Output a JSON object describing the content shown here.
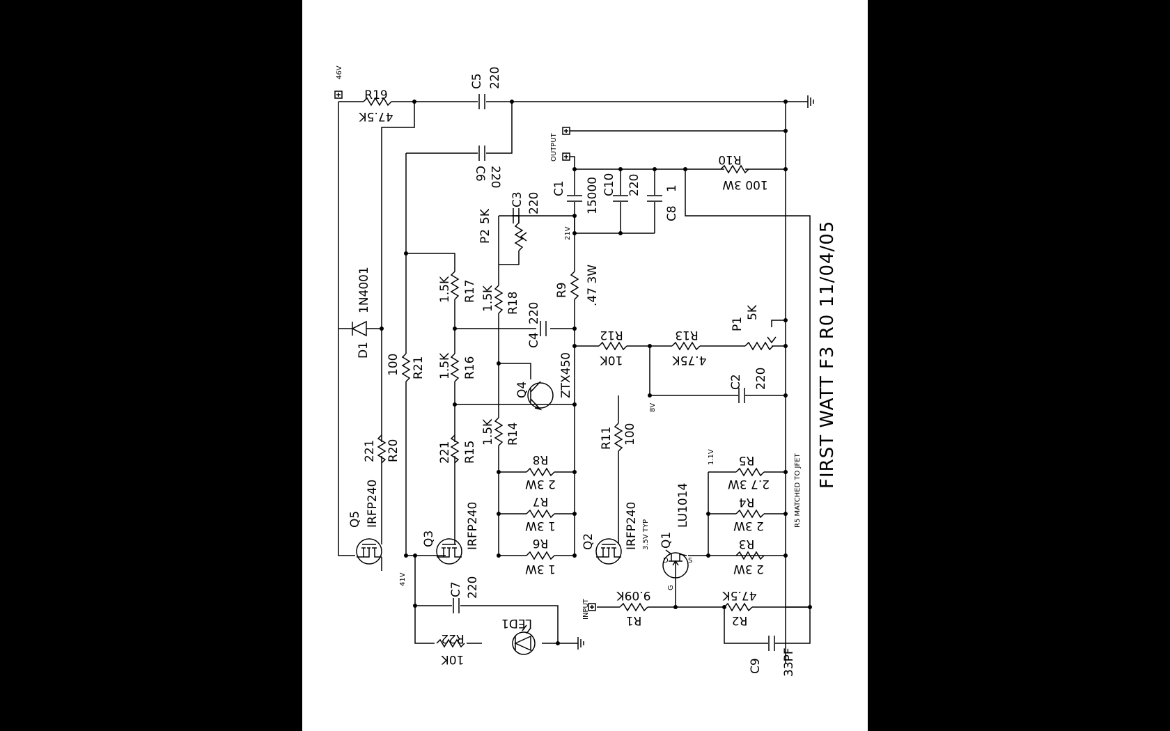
{
  "title": "FIRST WATT F3  R0  11/04/05",
  "note_r5": "R5 MATCHED TO JFET",
  "ports": {
    "input": "INPUT",
    "output": "OUTPUT",
    "v46": "46V"
  },
  "voltages": {
    "v41": "41V",
    "v21": "21V",
    "v8": "8V",
    "v11": "1.1V",
    "v35": "3.5V TYP"
  },
  "components": {
    "R19": {
      "ref": "R19",
      "val": "47.5K"
    },
    "C5": {
      "ref": "C5",
      "val": "220"
    },
    "C6": {
      "ref": "C6",
      "val": "220"
    },
    "D1": {
      "ref": "D1",
      "val": "1N4001"
    },
    "R21": {
      "ref": "R21",
      "val": "100"
    },
    "R20": {
      "ref": "R20",
      "val": "221"
    },
    "Q5": {
      "ref": "Q5",
      "val": "IRFP240"
    },
    "R17": {
      "ref": "R17",
      "val": "1.5K"
    },
    "R16": {
      "ref": "R16",
      "val": "1.5K"
    },
    "R15": {
      "ref": "R15",
      "val": "221"
    },
    "Q3": {
      "ref": "Q3",
      "val": "IRFP240"
    },
    "P2": {
      "ref": "P2",
      "val": "5K"
    },
    "C3": {
      "ref": "C3",
      "val": "220"
    },
    "R18": {
      "ref": "R18",
      "val": "1.5K"
    },
    "C4": {
      "ref": "C4",
      "val": "220"
    },
    "Q4": {
      "ref": "Q4",
      "val": "ZTX450"
    },
    "R14": {
      "ref": "R14",
      "val": "1.5K"
    },
    "R8": {
      "ref": "R8",
      "val": "2 3W"
    },
    "R7": {
      "ref": "R7",
      "val": "1 3W"
    },
    "R6": {
      "ref": "R6",
      "val": "1 3W"
    },
    "C7": {
      "ref": "C7",
      "val": "220"
    },
    "R22": {
      "ref": "R22",
      "val": "10K"
    },
    "LED1": {
      "ref": "LED1"
    },
    "C1": {
      "ref": "C1",
      "val": "15000"
    },
    "C10": {
      "ref": "C10",
      "val": "220"
    },
    "C8": {
      "ref": "C8",
      "val": "1"
    },
    "R9": {
      "ref": "R9",
      "val": ".47 3W"
    },
    "R10": {
      "ref": "R10",
      "val": "100 3W"
    },
    "R12": {
      "ref": "R12",
      "val": "10K"
    },
    "R13": {
      "ref": "R13",
      "val": "4.75K"
    },
    "P1": {
      "ref": "P1",
      "val": "5K"
    },
    "C2": {
      "ref": "C2",
      "val": "220"
    },
    "R11": {
      "ref": "R11",
      "val": "100"
    },
    "Q2": {
      "ref": "Q2",
      "val": "IRFP240"
    },
    "Q1": {
      "ref": "Q1",
      "val": "LU1014"
    },
    "R5": {
      "ref": "R5",
      "val": "2.7 3W"
    },
    "R4": {
      "ref": "R4",
      "val": "2 3W"
    },
    "R3": {
      "ref": "R3",
      "val": "2 3W"
    },
    "R1": {
      "ref": "R1",
      "val": "9.09K"
    },
    "R2": {
      "ref": "R2",
      "val": "47.5K"
    },
    "C9": {
      "ref": "C9",
      "val": "33PF"
    }
  },
  "pins": {
    "d": "D",
    "s": "S",
    "g": "G"
  }
}
